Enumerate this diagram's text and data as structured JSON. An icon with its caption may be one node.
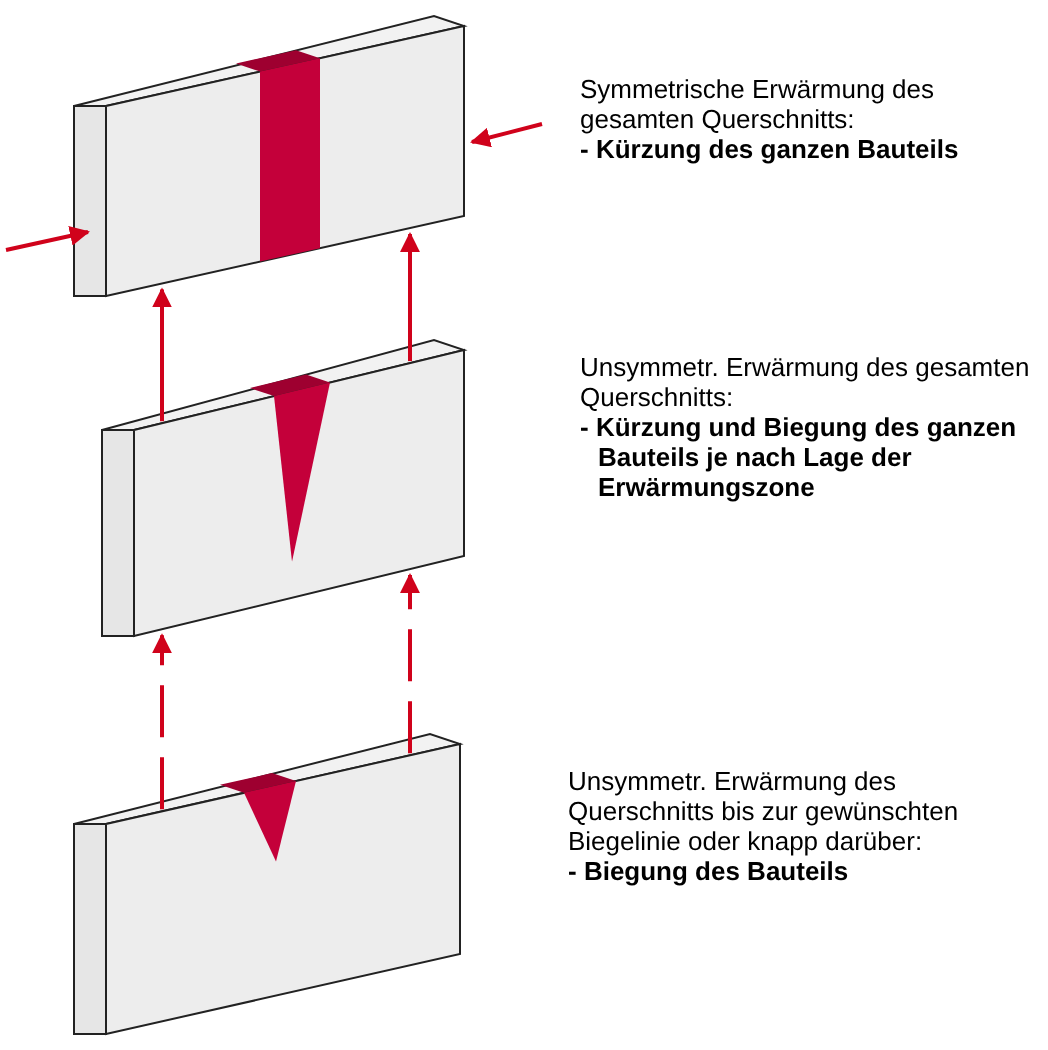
{
  "diagram": {
    "nodes": [
      {
        "text": [],
        "shape": "box",
        "beside": [
          "Symmetrische Erwärmung des gesamten Querschnitts:",
          "- Kürzung des ganzen Bauteils"
        ]
      },
      {
        "text": [],
        "shape": "box",
        "beside": [
          "Unsymmetr. Erwärmung des gesamten Querschnitts:",
          "- Kürzung und Biegung des ganzen Bauteils je nach Lage der Erwärmungszone"
        ]
      },
      {
        "text": [],
        "shape": "box",
        "beside": [
          "Unsymmetr. Erwärmung des Querschnitts bis zur gewünschten Biegelinie oder knapp darüber:",
          "- Biegung des Bauteils"
        ]
      }
    ],
    "edges": [
      {
        "from": 1,
        "to": 0,
        "arrow": "to"
      },
      {
        "from": 1,
        "to": 0,
        "arrow": "to"
      },
      {
        "from": 2,
        "to": 1,
        "arrow": "to",
        "style": "dashed"
      },
      {
        "from": 2,
        "to": 1,
        "arrow": "to",
        "style": "dashed"
      }
    ]
  }
}
